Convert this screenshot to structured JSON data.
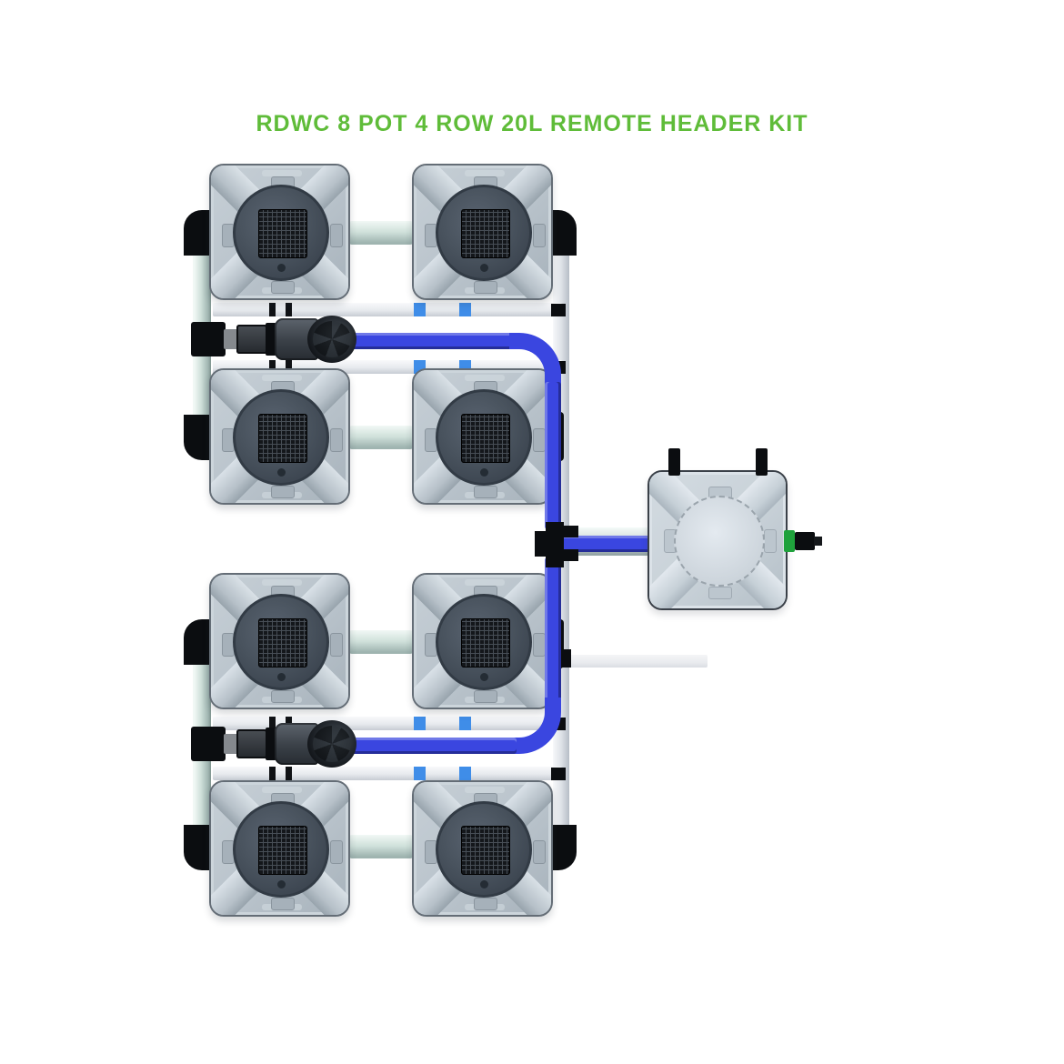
{
  "title": {
    "text": "RDWC 8 POT 4 ROW 20L REMOTE HEADER KIT"
  },
  "theme": {
    "title-green": "#5fbc39",
    "feed-blue": "#3a46e0",
    "pipe-teal": "#cfe0da",
    "pipe-white": "#e9ecef",
    "pot-body": "#b9c3cb",
    "pot-ridge": "#d9e1e7",
    "pot-lid-dark": "#45505b",
    "mesh-dark": "#14171b",
    "tank-body": "#c8d1d8",
    "fitting-black": "#0b0d10",
    "outlet-green": "#1fa23c"
  },
  "system": {
    "pot_count": 8,
    "rows": 4,
    "pots_per_row": 2,
    "pot_volume": "20L",
    "header_tank_count": 1,
    "pump_count": 2
  }
}
